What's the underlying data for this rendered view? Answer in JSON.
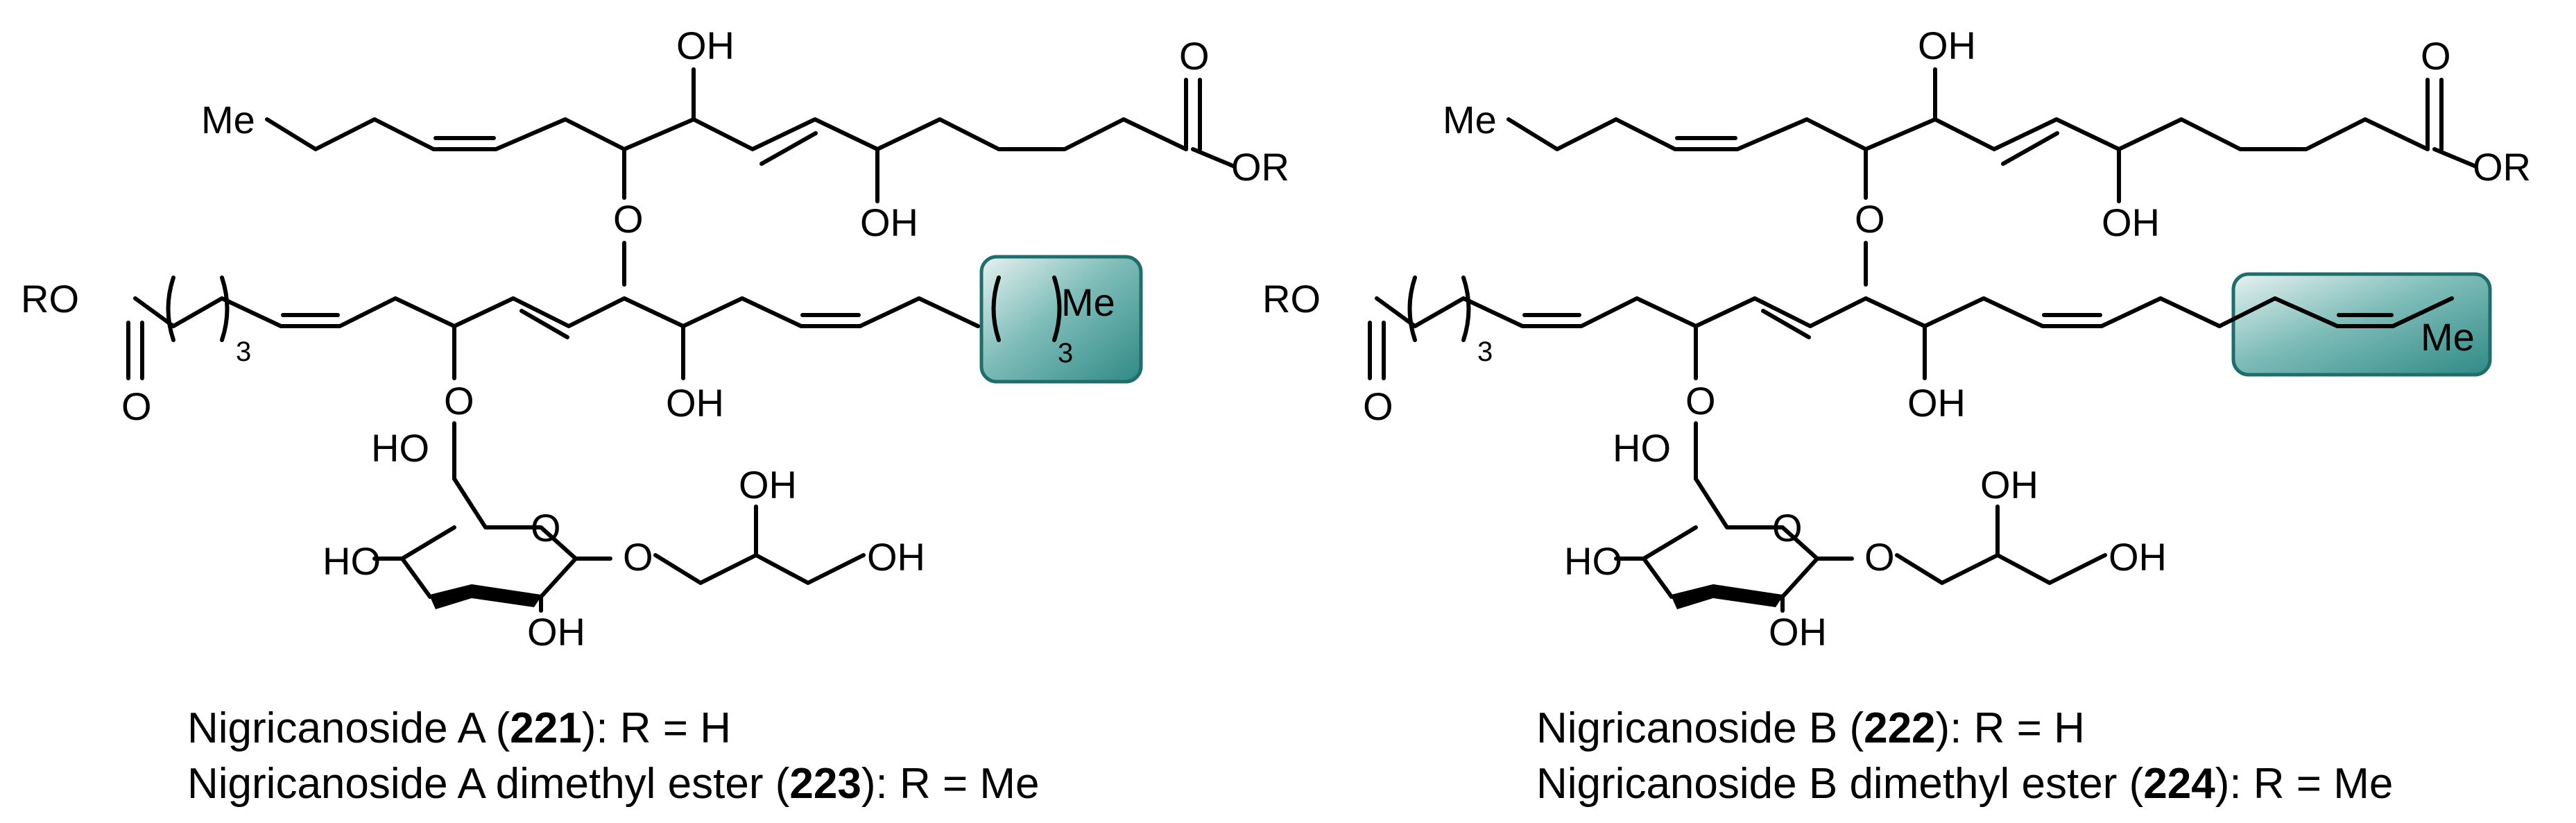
{
  "molecules": [
    {
      "id": "A",
      "labels": {
        "me_top": "Me",
        "oh1": "OH",
        "oh2": "OH",
        "carbonyl_o_top": "O",
        "oro_top": "OR",
        "ether_o1": "O",
        "ro_left": "RO",
        "carbonyl_o_left": "O",
        "repeat_left": "3",
        "oh3": "OH",
        "repeat_tail": "3",
        "me_tail": "Me",
        "ether_o2": "O",
        "ho_sugar_top": "HO",
        "ring_o": "O",
        "ho_sugar_left": "HO",
        "oh_sugar_bottom": "OH",
        "glyco_o": "O",
        "oh_glycerol_top": "OH",
        "oh_glycerol_end": "OH"
      },
      "highlight": "tail-3Me",
      "caption": {
        "line1_prefix": "Nigricanoside A (",
        "line1_num": "221",
        "line1_suffix": "): R = H",
        "line2_prefix": "Nigricanoside A dimethyl ester (",
        "line2_num": "223",
        "line2_suffix": "): R = Me"
      }
    },
    {
      "id": "B",
      "labels": {
        "me_top": "Me",
        "oh1": "OH",
        "oh2": "OH",
        "carbonyl_o_top": "O",
        "oro_top": "OR",
        "ether_o1": "O",
        "ro_left": "RO",
        "carbonyl_o_left": "O",
        "repeat_left": "3",
        "oh3": "OH",
        "me_tail": "Me",
        "ether_o2": "O",
        "ho_sugar_top": "HO",
        "ring_o": "O",
        "ho_sugar_left": "HO",
        "oh_sugar_bottom": "OH",
        "glyco_o": "O",
        "oh_glycerol_top": "OH",
        "oh_glycerol_end": "OH"
      },
      "highlight": "tail-ene-Me",
      "caption": {
        "line1_prefix": "Nigricanoside B (",
        "line1_num": "222",
        "line1_suffix": "): R = H",
        "line2_prefix": "Nigricanoside B dimethyl ester (",
        "line2_num": "224",
        "line2_suffix": "): R = Me"
      }
    }
  ],
  "colors": {
    "highlight_fill": "#3f9b97",
    "highlight_stroke": "#1f6e6b",
    "bond": "#000000"
  }
}
